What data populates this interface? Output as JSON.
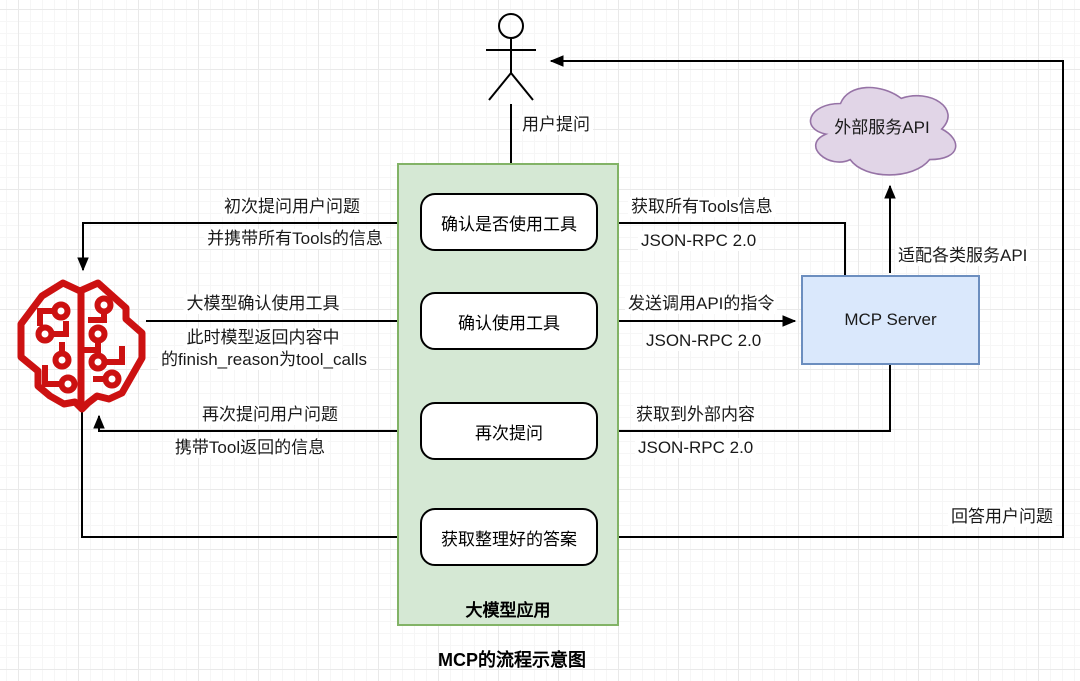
{
  "diagram_title": "MCP的流程示意图",
  "actor": {
    "question_label": "用户提问"
  },
  "external_api_cloud": {
    "label": "外部服务API",
    "fill": "#e1d5e7",
    "border": "#9673a6"
  },
  "mcp_server": {
    "label": "MCP Server",
    "fill": "#dae8fc",
    "border": "#6c8ebf"
  },
  "llm_app": {
    "label": "大模型应用",
    "fill": "#d5e8d4",
    "border": "#82b366",
    "steps": [
      {
        "label": "确认是否使用工具"
      },
      {
        "label": "确认使用工具"
      },
      {
        "label": "再次提问"
      },
      {
        "label": "获取整理好的答案"
      }
    ]
  },
  "llm_model_icon": {
    "color": "#cc1111"
  },
  "edges": {
    "first_ask": {
      "line1": "初次提问用户问题",
      "line2": "并携带所有Tools的信息"
    },
    "model_confirm": {
      "line1": "大模型确认使用工具",
      "line2": "此时模型返回内容中",
      "line3": "的finish_reason为tool_calls"
    },
    "ask_again": {
      "line1": "再次提问用户问题",
      "line2": "携带Tool返回的信息"
    },
    "get_all_tools": {
      "line1": "获取所有Tools信息",
      "line2": "JSON-RPC 2.0"
    },
    "send_api_call": {
      "line1": "发送调用API的指令",
      "line2": "JSON-RPC 2.0"
    },
    "external_content": {
      "line1": "获取到外部内容",
      "line2": "JSON-RPC 2.0"
    },
    "adapt_services": {
      "label": "适配各类服务API"
    },
    "answer_user": {
      "label": "回答用户问题"
    }
  }
}
